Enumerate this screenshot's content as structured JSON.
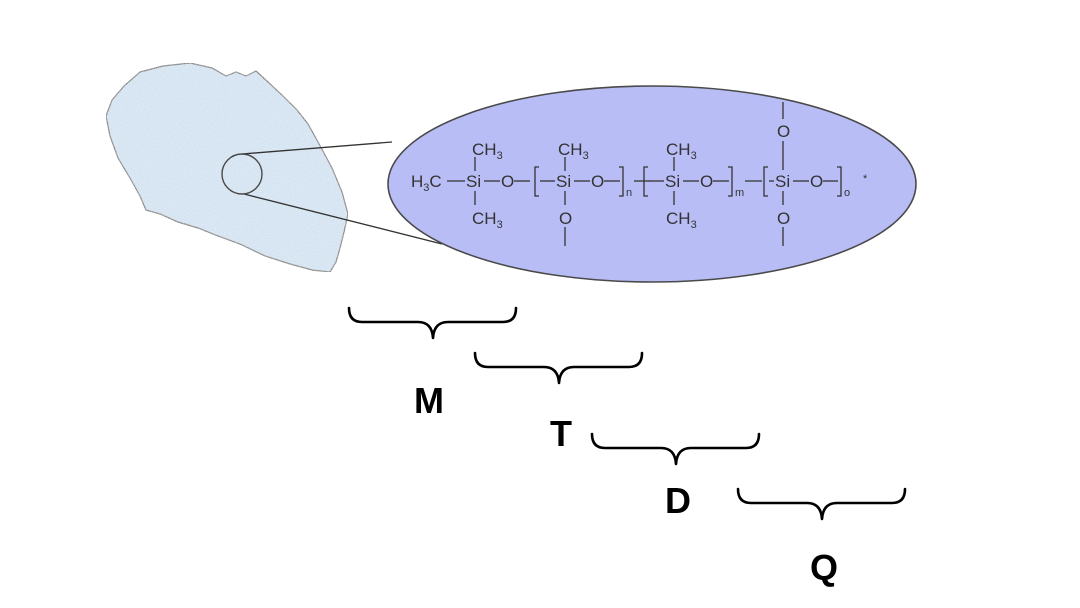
{
  "colors": {
    "particle_fill": "#c7dcee",
    "particle_stroke": "#4a4a4a",
    "ellipse_fill": "#b9bdf5",
    "ellipse_stroke": "#4a4a4a",
    "formula_ink": "#333333",
    "label_ink": "#000000"
  },
  "formula": {
    "methyl": "CH",
    "methyl_sub": "3",
    "terminal_carbon": "C",
    "silicon": "Si",
    "oxygen": "O",
    "hyphen": "–",
    "subscripts": [
      "n",
      "m",
      "o"
    ],
    "end_mark": "*"
  },
  "labels": {
    "m": "M",
    "t": "T",
    "d": "D",
    "q": "Q"
  }
}
